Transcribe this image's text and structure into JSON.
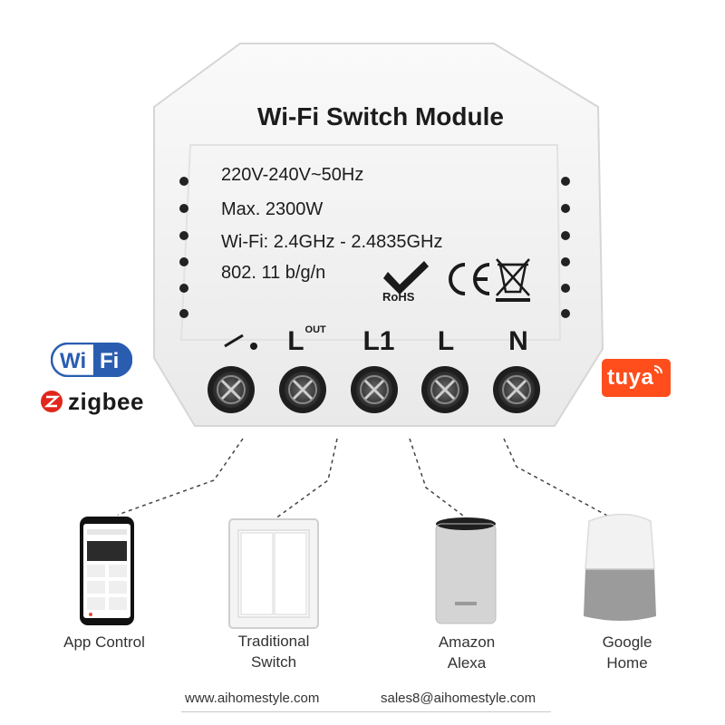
{
  "module": {
    "title": "Wi-Fi Switch Module",
    "specs": {
      "voltage": "220V-240V~50Hz",
      "max_power": "Max. 2300W",
      "wifi_freq": "Wi-Fi: 2.4GHz - 2.4835GHz",
      "standard": "802. 11 b/g/n"
    },
    "cert_marks": {
      "rohs": "RoHS",
      "ce": "CE"
    },
    "terminals": {
      "switch_symbol": "switch-symbol-icon",
      "lout_main": "L",
      "lout_sup": "OUT",
      "l1": "L1",
      "l": "L",
      "n": "N"
    }
  },
  "logos": {
    "wifi": {
      "text": "WiFi",
      "color": "#2a5db0"
    },
    "zigbee": {
      "text": "zigbee",
      "mark_color": "#e1261c"
    },
    "tuya": {
      "text": "tuya",
      "color": "#ff4d1c"
    }
  },
  "devices": {
    "app": "App Control",
    "switch_line1": "Traditional",
    "switch_line2": "Switch",
    "alexa_line1": "Amazon",
    "alexa_line2": "Alexa",
    "google_line1": "Google",
    "google_line2": "Home"
  },
  "footer": {
    "website": "www.aihomestyle.com",
    "email": "sales8@aihomestyle.com"
  }
}
